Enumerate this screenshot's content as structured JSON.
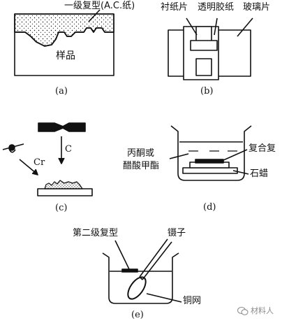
{
  "panels": {
    "a": {
      "caption": "(a)",
      "label_replica": "一级复型(A.C.纸)",
      "label_sample": "样品"
    },
    "b": {
      "caption": "(b)",
      "label_backing_paper": "衬纸片",
      "label_tape": "透明胶纸",
      "label_glass": "玻璃片"
    },
    "c": {
      "caption": "(c)",
      "label_cr": "Cr",
      "label_c": "C"
    },
    "d": {
      "caption": "(d)",
      "label_solvent_line1": "丙酮或",
      "label_solvent_line2": "醋酸甲酯",
      "label_composite": "复合复",
      "label_paraffin": "石蜡"
    },
    "e": {
      "caption": "(e)",
      "label_second_replica": "第二级复型",
      "label_tweezers": "镊子",
      "label_copper_mesh": "铜网"
    }
  },
  "watermark": {
    "text": "材料人"
  }
}
